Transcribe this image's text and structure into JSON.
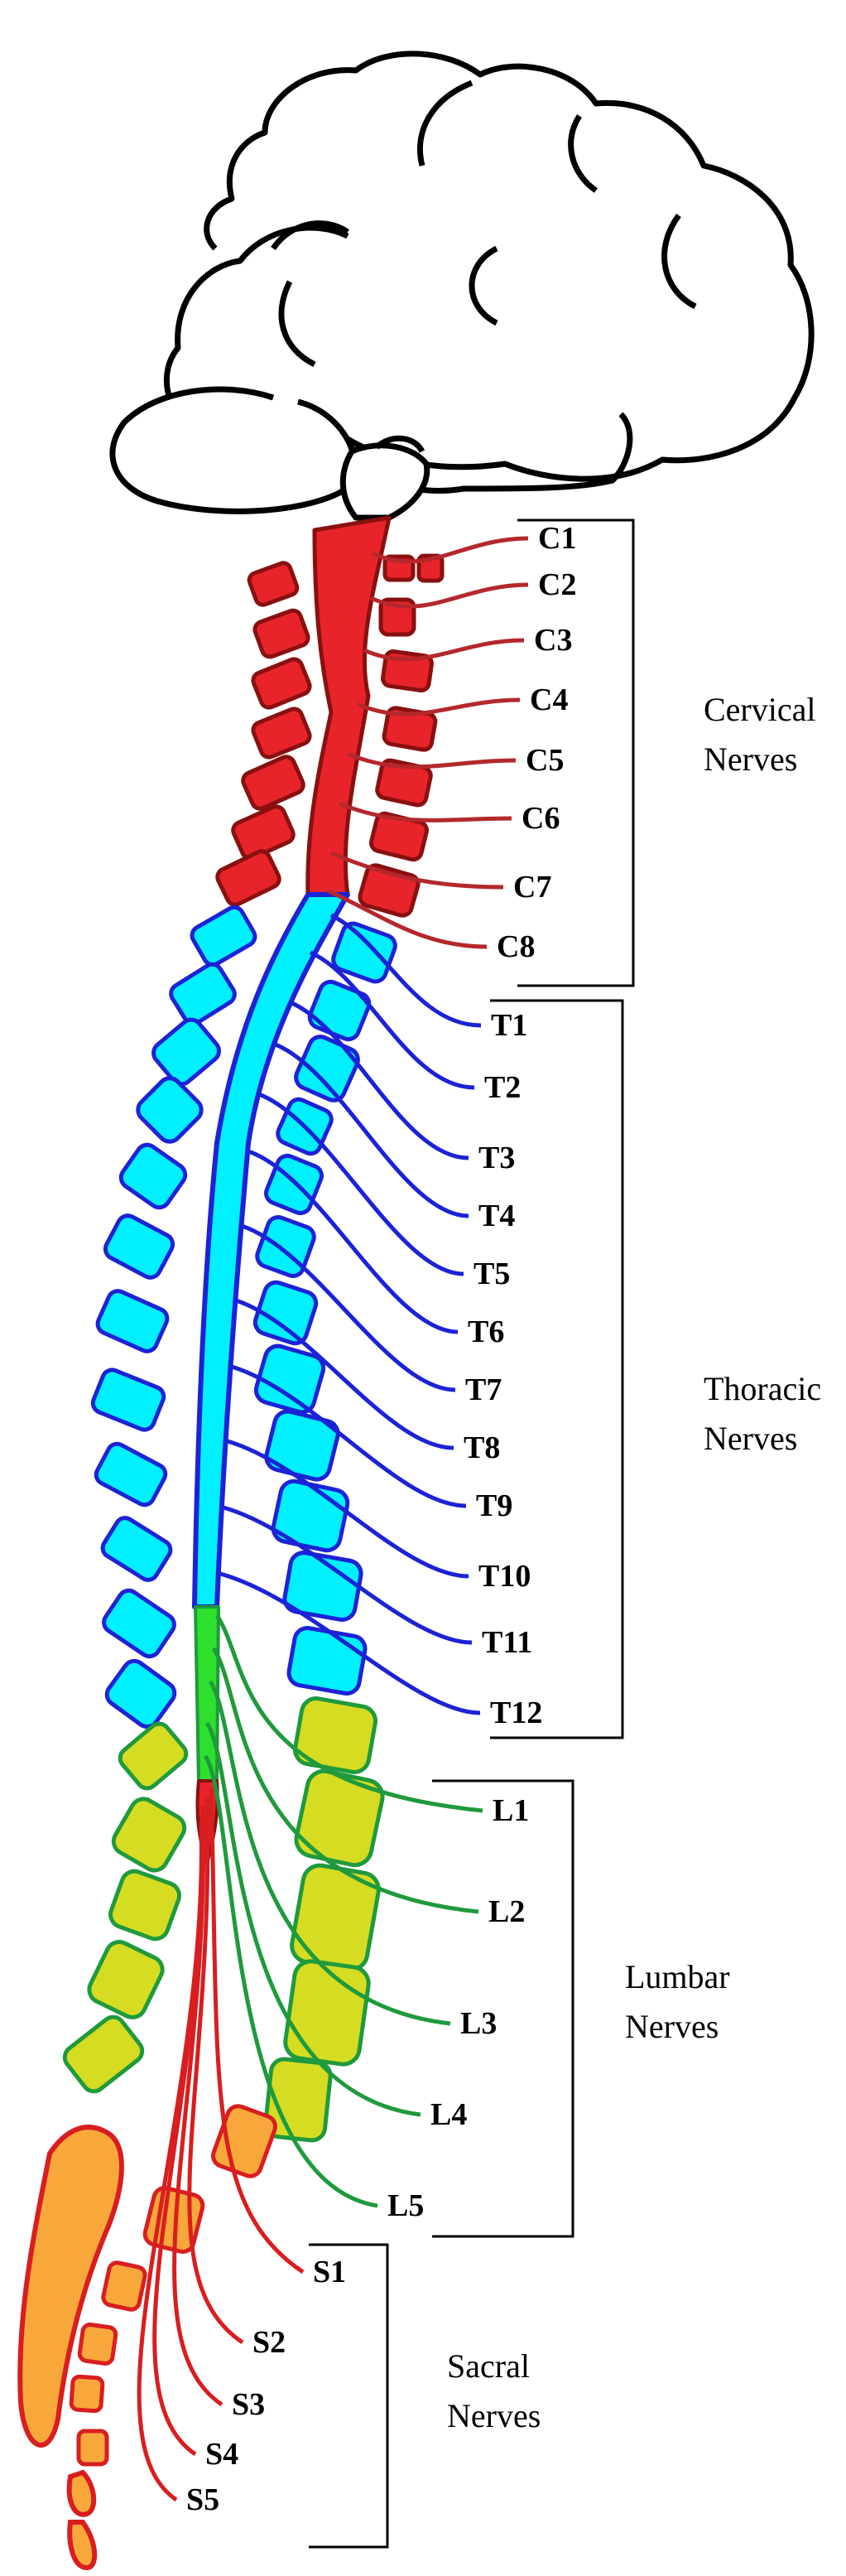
{
  "colors": {
    "cervical": "#e8242a",
    "cervical_stroke": "#8a1010",
    "cervical_nerve": "#b4282c",
    "thoracic": "#00f0ff",
    "thoracic_stroke": "#1c22d6",
    "lumbar": "#d6dc22",
    "lumbar_stroke": "#1f9a3c",
    "conus": "#2ee02e",
    "sacral": "#f8a83a",
    "sacral_stroke": "#d81e20",
    "brain": "#ffffff",
    "brain_stroke": "#000000"
  },
  "regions": [
    {
      "key": "cervical",
      "line1": "Cervical",
      "line2": "Nerves",
      "labels": [
        "C1",
        "C2",
        "C3",
        "C4",
        "C5",
        "C6",
        "C7",
        "C8"
      ]
    },
    {
      "key": "thoracic",
      "line1": "Thoracic",
      "line2": "Nerves",
      "labels": [
        "T1",
        "T2",
        "T3",
        "T4",
        "T5",
        "T6",
        "T7",
        "T8",
        "T9",
        "T10",
        "T11",
        "T12"
      ]
    },
    {
      "key": "lumbar",
      "line1": "Lumbar",
      "line2": "Nerves",
      "labels": [
        "L1",
        "L2",
        "L3",
        "L4",
        "L5"
      ]
    },
    {
      "key": "sacral",
      "line1": "Sacral",
      "line2": "Nerves",
      "labels": [
        "S1",
        "S2",
        "S3",
        "S4",
        "S5"
      ]
    }
  ]
}
